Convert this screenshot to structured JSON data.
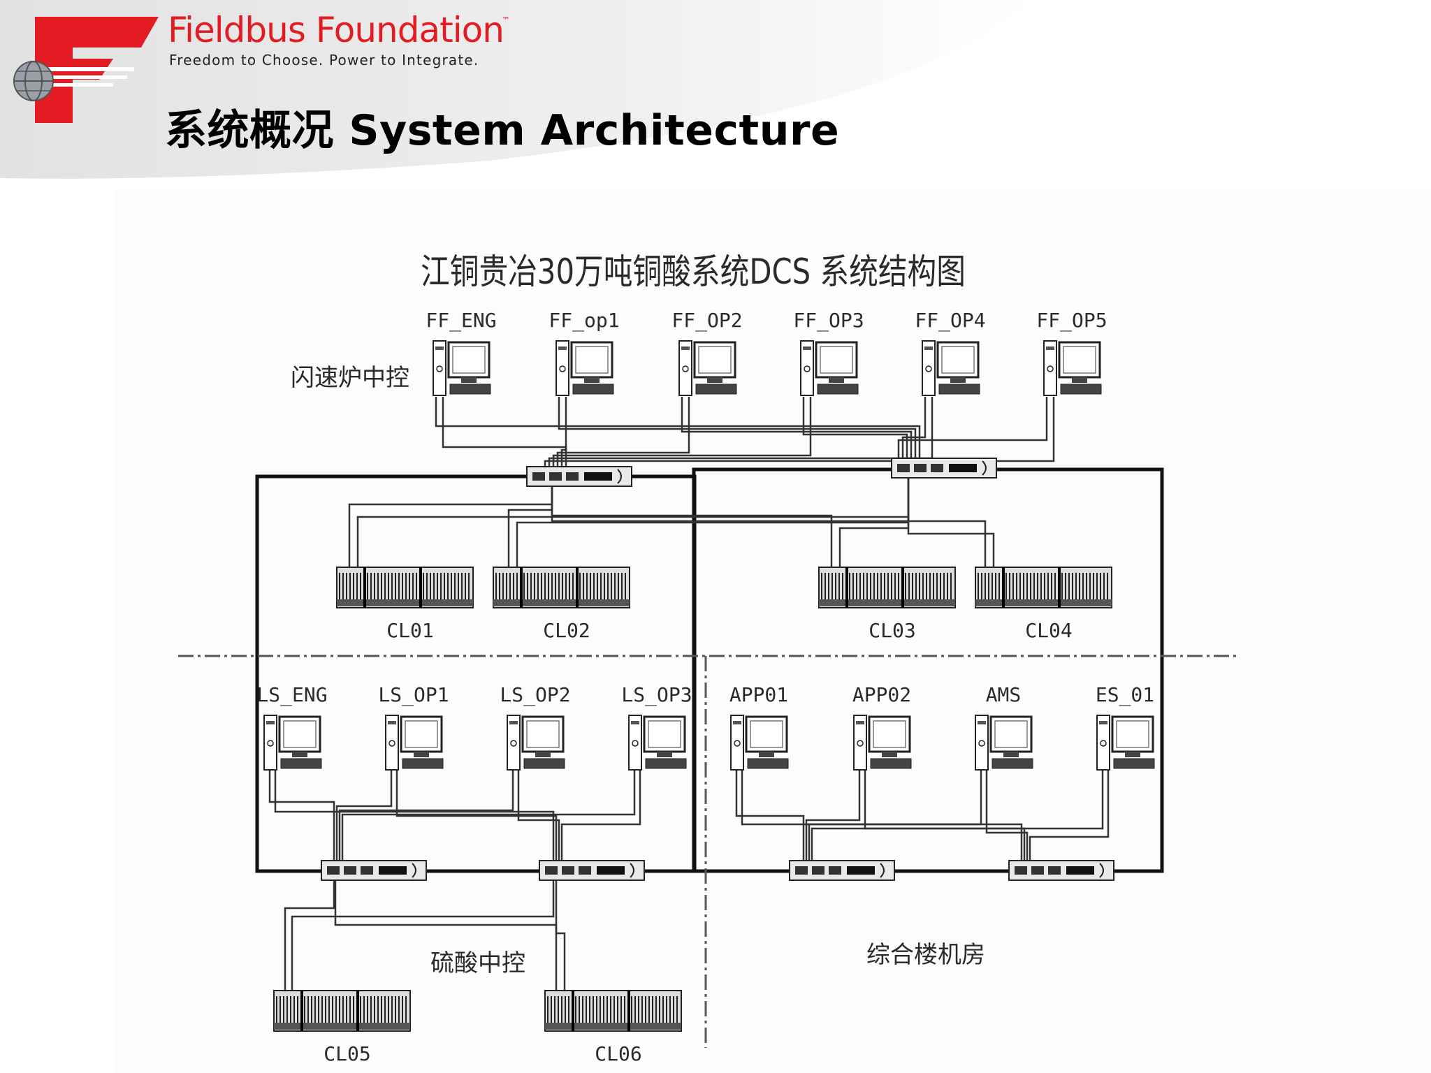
{
  "header": {
    "brand": "Fieldbus Foundation",
    "trademark": "™",
    "tagline": "Freedom to Choose. Power to Integrate.",
    "title": "系统概况 System Architecture"
  },
  "diagram": {
    "title": "江铜贵冶30万吨铜酸系统DCS 系统结构图",
    "zones": {
      "flash_furnace": "闪速炉中控",
      "acid": "硫酸中控",
      "building": "综合楼机房"
    },
    "workstations_top": [
      "FF_ENG",
      "FF_op1",
      "FF_OP2",
      "FF_OP3",
      "FF_OP4",
      "FF_OP5"
    ],
    "workstations_bottom_left": [
      "LS_ENG",
      "LS_OP1",
      "LS_OP2",
      "LS_OP3"
    ],
    "workstations_bottom_right": [
      "APP01",
      "APP02",
      "AMS",
      "ES_01"
    ],
    "controllers": [
      "CL01",
      "CL02",
      "CL03",
      "CL04",
      "CL05",
      "CL06"
    ]
  },
  "colors": {
    "brand_red": "#e31b23",
    "line": "#333333"
  }
}
